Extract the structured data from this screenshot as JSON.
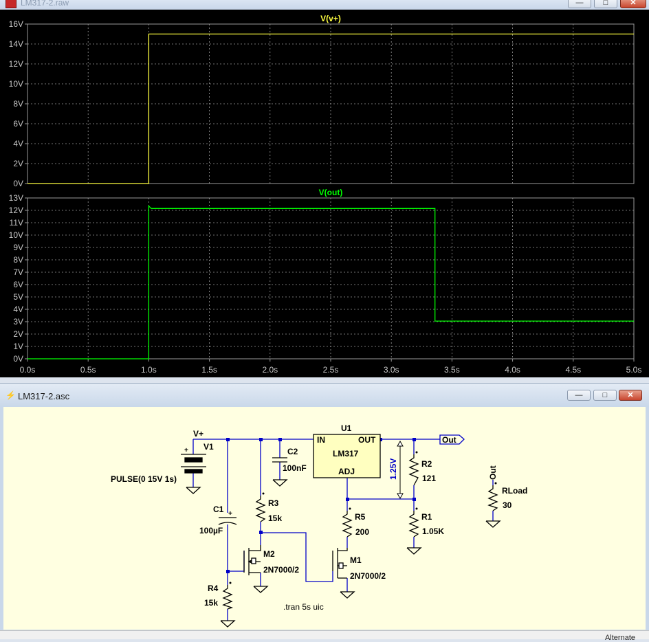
{
  "raw_window": {
    "title": "LM317-2.raw",
    "controls": {
      "minimize": "—",
      "maximize": "□",
      "close": "✕"
    }
  },
  "schematic_window": {
    "title": "LM317-2.asc",
    "controls": {
      "minimize": "—",
      "maximize": "□",
      "close": "✕"
    }
  },
  "status_bar": {
    "text": "Alternate"
  },
  "chart_data": [
    {
      "type": "line",
      "title": "V(v+)",
      "color": "#ffff40",
      "ylim": [
        0,
        16
      ],
      "xlim": [
        0,
        5
      ],
      "yticks": [
        {
          "v": 0,
          "label": "0V"
        },
        {
          "v": 2,
          "label": "2V"
        },
        {
          "v": 4,
          "label": "4V"
        },
        {
          "v": 6,
          "label": "6V"
        },
        {
          "v": 8,
          "label": "8V"
        },
        {
          "v": 10,
          "label": "10V"
        },
        {
          "v": 12,
          "label": "12V"
        },
        {
          "v": 14,
          "label": "14V"
        },
        {
          "v": 16,
          "label": "16V"
        }
      ],
      "grid": true,
      "x": [
        0,
        1,
        1,
        5
      ],
      "y": [
        0,
        0,
        15,
        15
      ]
    },
    {
      "type": "line",
      "title": "V(out)",
      "color": "#00ff00",
      "ylim": [
        0,
        13
      ],
      "xlim": [
        0,
        5
      ],
      "yticks": [
        {
          "v": 0,
          "label": "0V"
        },
        {
          "v": 1,
          "label": "1V"
        },
        {
          "v": 2,
          "label": "2V"
        },
        {
          "v": 3,
          "label": "3V"
        },
        {
          "v": 4,
          "label": "4V"
        },
        {
          "v": 5,
          "label": "5V"
        },
        {
          "v": 6,
          "label": "6V"
        },
        {
          "v": 7,
          "label": "7V"
        },
        {
          "v": 8,
          "label": "8V"
        },
        {
          "v": 9,
          "label": "9V"
        },
        {
          "v": 10,
          "label": "10V"
        },
        {
          "v": 11,
          "label": "11V"
        },
        {
          "v": 12,
          "label": "12V"
        },
        {
          "v": 13,
          "label": "13V"
        }
      ],
      "xticks": [
        {
          "v": 0,
          "label": "0.0s"
        },
        {
          "v": 0.5,
          "label": "0.5s"
        },
        {
          "v": 1,
          "label": "1.0s"
        },
        {
          "v": 1.5,
          "label": "1.5s"
        },
        {
          "v": 2,
          "label": "2.0s"
        },
        {
          "v": 2.5,
          "label": "2.5s"
        },
        {
          "v": 3,
          "label": "3.0s"
        },
        {
          "v": 3.5,
          "label": "3.5s"
        },
        {
          "v": 4,
          "label": "4.0s"
        },
        {
          "v": 4.5,
          "label": "4.5s"
        },
        {
          "v": 5,
          "label": "5.0s"
        }
      ],
      "grid": true,
      "x": [
        0,
        1,
        1,
        1.02,
        3.36,
        3.36,
        5
      ],
      "y": [
        0,
        0,
        12.35,
        12.15,
        12.15,
        3.05,
        3.05
      ]
    }
  ],
  "schematic": {
    "labels": {
      "vplus": "V+",
      "v1": "V1",
      "v1_value": "PULSE(0 15V 1s)",
      "c1": "C1",
      "c1_value": "100µF",
      "c2": "C2",
      "c2_value": "100nF",
      "u1": "U1",
      "u1_part": "LM317",
      "u1_in": "IN",
      "u1_out": "OUT",
      "u1_adj": "ADJ",
      "vref": "1.25V",
      "r1": "R1",
      "r1_value": "1.05K",
      "r2": "R2",
      "r2_value": "121",
      "r3": "R3",
      "r3_value": "15k",
      "r4": "R4",
      "r4_value": "15k",
      "r5": "R5",
      "r5_value": "200",
      "m1": "M1",
      "m1_value": "2N7000/2",
      "m2": "M2",
      "m2_value": "2N7000/2",
      "out_flag": "Out",
      "rload_net": "Out",
      "rload": "RLoad",
      "rload_value": "30",
      "directive": ".tran 5s uic"
    }
  }
}
